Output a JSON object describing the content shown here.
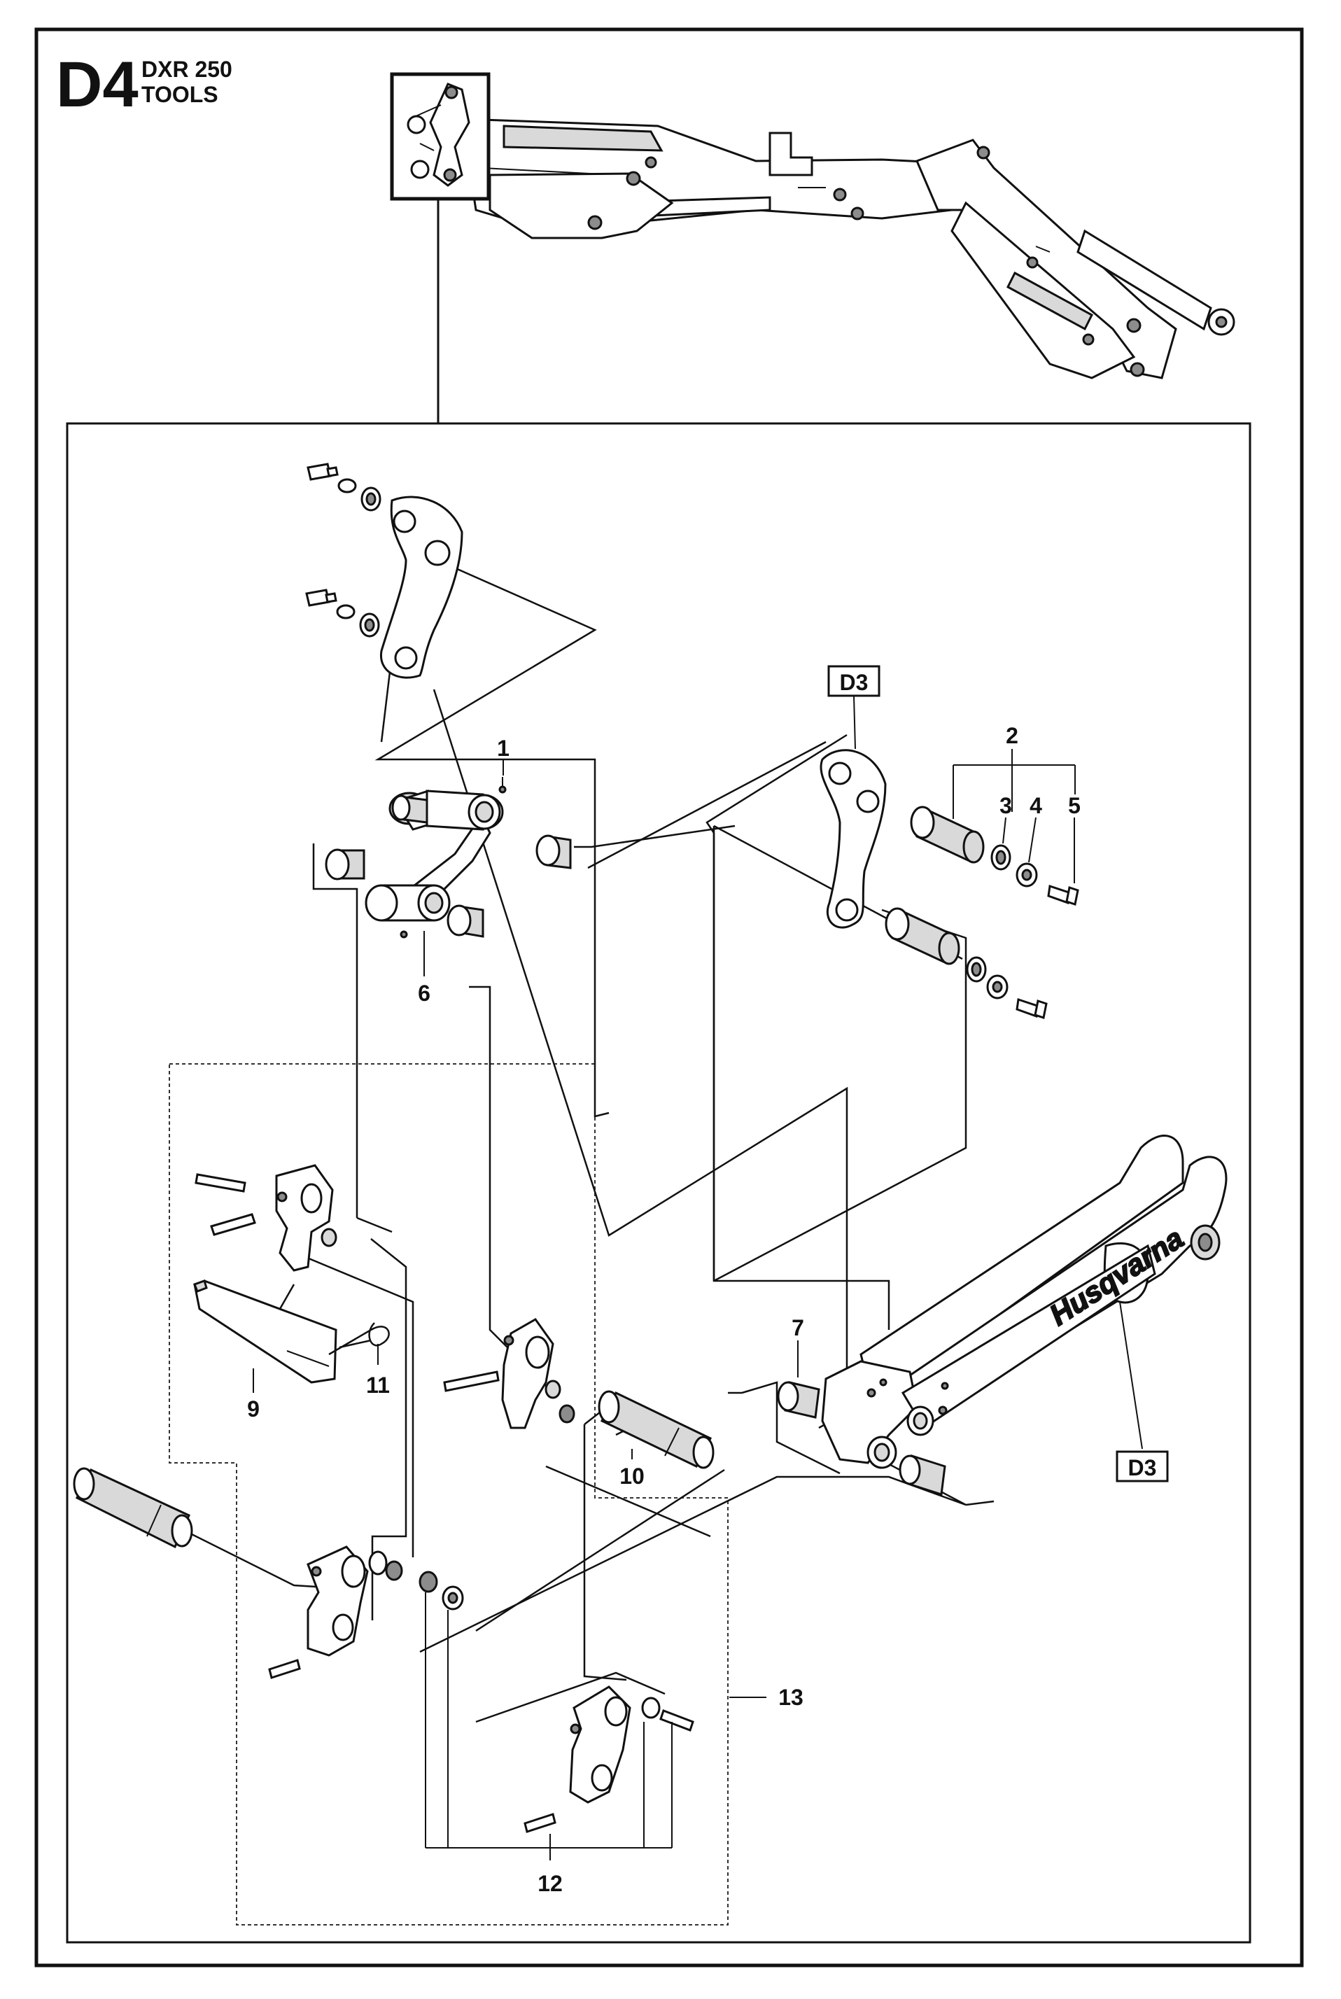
{
  "header": {
    "page_code": "D4",
    "model": "DXR 250",
    "section": "TOOLS"
  },
  "brand_text": "Husqvarna",
  "reference_tags": [
    "D3",
    "D3"
  ],
  "callouts": [
    "1",
    "2",
    "3",
    "4",
    "5",
    "6",
    "7",
    "9",
    "10",
    "11",
    "12",
    "13"
  ]
}
